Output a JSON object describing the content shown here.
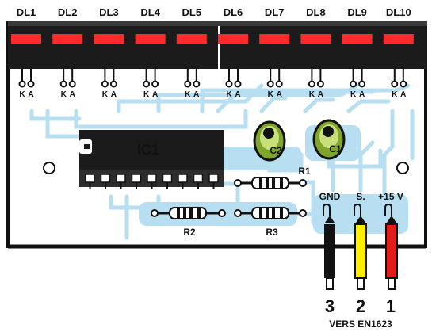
{
  "led_labels": [
    "DL1",
    "DL2",
    "DL3",
    "DL4",
    "DL5",
    "DL6",
    "DL7",
    "DL8",
    "DL9",
    "DL10"
  ],
  "pin_k": "K",
  "pin_a": "A",
  "ic_label": "IC1",
  "capacitors": [
    "C2",
    "C1"
  ],
  "cap_polarity": "+",
  "resistors": [
    "R1",
    "R2",
    "R3"
  ],
  "terminals": {
    "gnd": "GND",
    "s": "S.",
    "v15": "+15 V"
  },
  "wire_numbers": [
    "3",
    "2",
    "1"
  ],
  "footer": "VERS EN1623",
  "colors": {
    "board": "#ffffff",
    "trace": "#b8dff1",
    "led_body": "#1b1b1b",
    "led_lens": "#ff2a2a",
    "cap": "#7fa52a",
    "wire_black": "#111111",
    "wire_yellow": "#ffee00",
    "wire_red": "#e31b1b"
  }
}
